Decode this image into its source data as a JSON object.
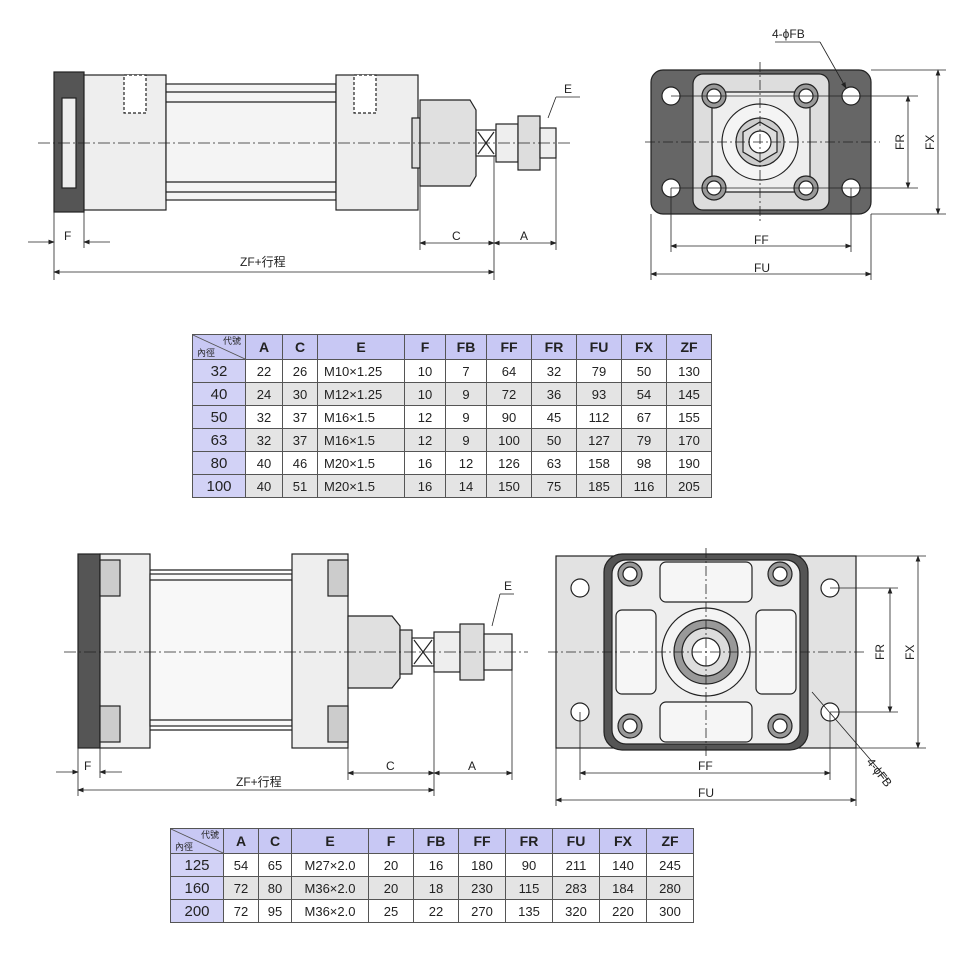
{
  "drawing_top": {
    "labels": {
      "e": "E",
      "f": "F",
      "zf": "ZF+行程",
      "c": "C",
      "a": "A",
      "fb": "4-ϕFB",
      "fr": "FR",
      "fx": "FX",
      "ff": "FF",
      "fu": "FU"
    }
  },
  "drawing_bottom": {
    "labels": {
      "e": "E",
      "f": "F",
      "zf": "ZF+行程",
      "c": "C",
      "a": "A",
      "fb": "4-ϕFB",
      "fr": "FR",
      "fx": "FX",
      "ff": "FF",
      "fu": "FU"
    }
  },
  "table_top": {
    "corner_top": "代號",
    "corner_bottom": "內徑",
    "headers": [
      "A",
      "C",
      "E",
      "F",
      "FB",
      "FF",
      "FR",
      "FU",
      "FX",
      "ZF"
    ],
    "rows": [
      [
        "32",
        "22",
        "26",
        "M10×1.25",
        "10",
        "7",
        "64",
        "32",
        "79",
        "50",
        "130"
      ],
      [
        "40",
        "24",
        "30",
        "M12×1.25",
        "10",
        "9",
        "72",
        "36",
        "93",
        "54",
        "145"
      ],
      [
        "50",
        "32",
        "37",
        "M16×1.5",
        "12",
        "9",
        "90",
        "45",
        "112",
        "67",
        "155"
      ],
      [
        "63",
        "32",
        "37",
        "M16×1.5",
        "12",
        "9",
        "100",
        "50",
        "127",
        "79",
        "170"
      ],
      [
        "80",
        "40",
        "46",
        "M20×1.5",
        "16",
        "12",
        "126",
        "63",
        "158",
        "98",
        "190"
      ],
      [
        "100",
        "40",
        "51",
        "M20×1.5",
        "16",
        "14",
        "150",
        "75",
        "185",
        "116",
        "205"
      ]
    ]
  },
  "table_bottom": {
    "corner_top": "代號",
    "corner_bottom": "內徑",
    "headers": [
      "A",
      "C",
      "E",
      "F",
      "FB",
      "FF",
      "FR",
      "FU",
      "FX",
      "ZF"
    ],
    "rows": [
      [
        "125",
        "54",
        "65",
        "M27×2.0",
        "20",
        "16",
        "180",
        "90",
        "211",
        "140",
        "245"
      ],
      [
        "160",
        "72",
        "80",
        "M36×2.0",
        "20",
        "18",
        "230",
        "115",
        "283",
        "184",
        "280"
      ],
      [
        "200",
        "72",
        "95",
        "M36×2.0",
        "25",
        "22",
        "270",
        "135",
        "320",
        "220",
        "300"
      ]
    ]
  }
}
